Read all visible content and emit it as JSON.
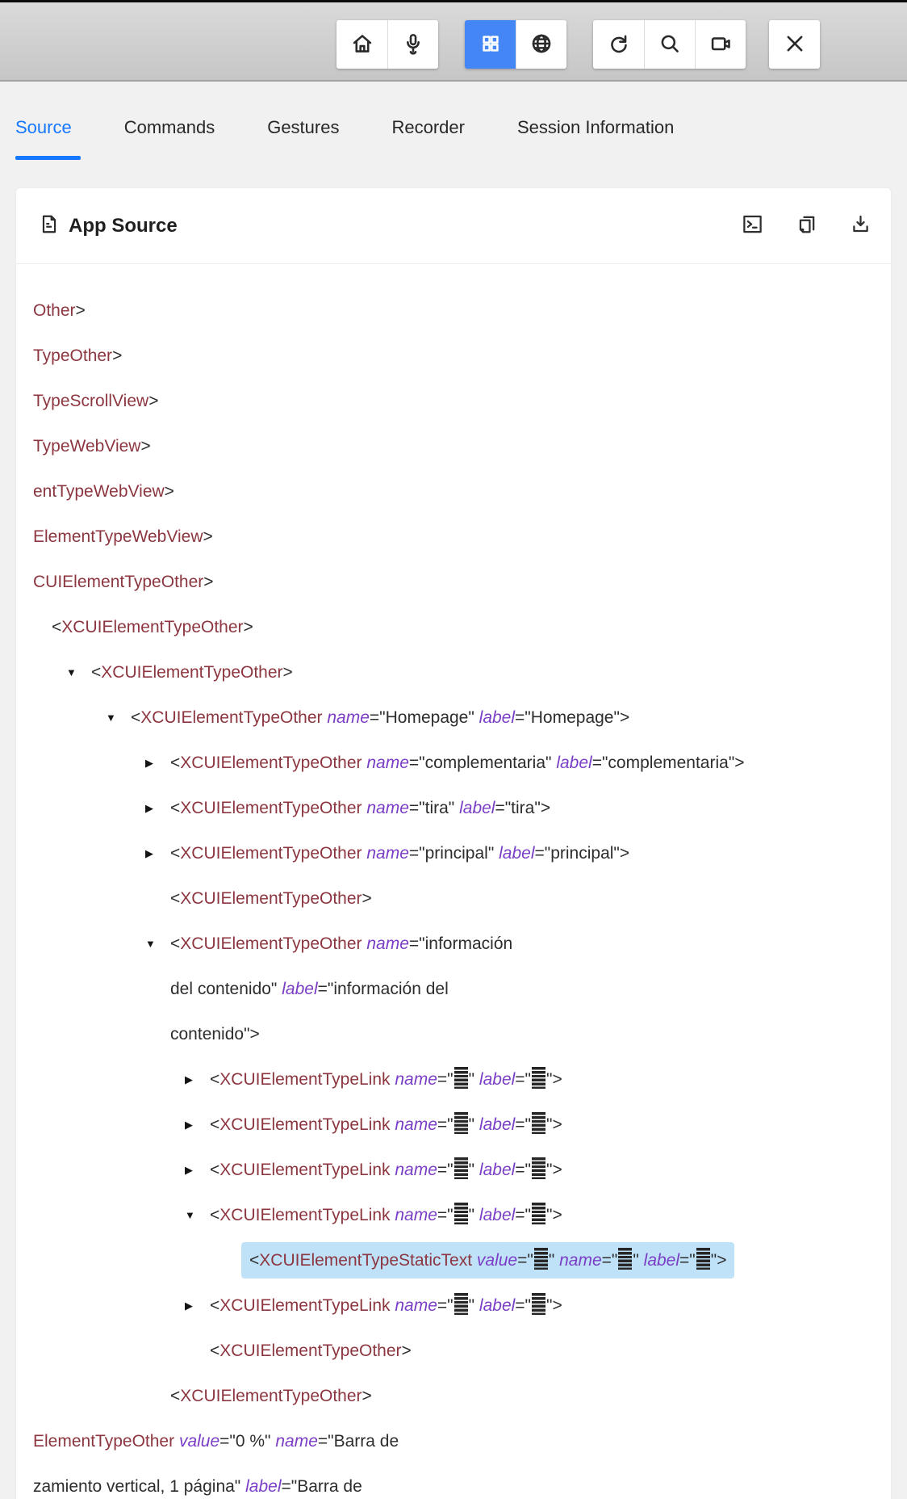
{
  "toolbar": {
    "groups": [
      {
        "buttons": [
          {
            "icon": "home-icon",
            "active": false
          },
          {
            "icon": "microphone-icon",
            "active": false
          }
        ]
      },
      {
        "buttons": [
          {
            "icon": "app-grid-icon",
            "active": true
          },
          {
            "icon": "globe-icon",
            "active": false
          }
        ]
      },
      {
        "buttons": [
          {
            "icon": "refresh-icon",
            "active": false
          },
          {
            "icon": "search-icon",
            "active": false
          },
          {
            "icon": "video-camera-icon",
            "active": false
          }
        ]
      },
      {
        "buttons": [
          {
            "icon": "close-icon",
            "active": false
          }
        ]
      }
    ],
    "active_color": "#4486f5"
  },
  "tabs": {
    "items": [
      "Source",
      "Commands",
      "Gestures",
      "Recorder",
      "Session Information"
    ],
    "active": "Source",
    "active_color": "#1677ff"
  },
  "panel": {
    "title": "App Source",
    "title_icon": "document-icon",
    "actions": [
      "terminal-icon",
      "copy-icon",
      "download-icon"
    ]
  },
  "syntax_colors": {
    "tag": "#8c3640",
    "attribute": "#7a3ec6",
    "text": "#2d2d2d",
    "selected_row_background": "#bfe2f9"
  },
  "tree": {
    "rows": [
      {
        "kind": "clip",
        "arrow": null,
        "depth": 0,
        "seg": [
          {
            "t": "tag",
            "v": "Other"
          },
          {
            "t": "p",
            "v": ">"
          }
        ]
      },
      {
        "kind": "clip",
        "arrow": null,
        "depth": 0,
        "seg": [
          {
            "t": "tag",
            "v": "TypeOther"
          },
          {
            "t": "p",
            "v": ">"
          }
        ]
      },
      {
        "kind": "clip",
        "arrow": null,
        "depth": 0,
        "seg": [
          {
            "t": "tag",
            "v": "TypeScrollView"
          },
          {
            "t": "p",
            "v": ">"
          }
        ]
      },
      {
        "kind": "clip",
        "arrow": null,
        "depth": 0,
        "seg": [
          {
            "t": "tag",
            "v": "TypeWebView"
          },
          {
            "t": "p",
            "v": ">"
          }
        ]
      },
      {
        "kind": "clip",
        "arrow": null,
        "depth": 0,
        "seg": [
          {
            "t": "tag",
            "v": "entTypeWebView"
          },
          {
            "t": "p",
            "v": ">"
          }
        ]
      },
      {
        "kind": "clip",
        "arrow": null,
        "depth": 0,
        "seg": [
          {
            "t": "tag",
            "v": "ElementTypeWebView"
          },
          {
            "t": "p",
            "v": ">"
          }
        ]
      },
      {
        "kind": "clip",
        "arrow": null,
        "depth": 0,
        "seg": [
          {
            "t": "tag",
            "v": "CUIElementTypeOther"
          },
          {
            "t": "p",
            "v": ">"
          }
        ]
      },
      {
        "kind": "node",
        "arrow": null,
        "depth": 0,
        "seg": [
          {
            "t": "p",
            "v": "<"
          },
          {
            "t": "tag",
            "v": "XCUIElementTypeOther"
          },
          {
            "t": "p",
            "v": ">"
          }
        ]
      },
      {
        "kind": "node",
        "arrow": "d",
        "depth": 1,
        "seg": [
          {
            "t": "p",
            "v": "<"
          },
          {
            "t": "tag",
            "v": "XCUIElementTypeOther"
          },
          {
            "t": "p",
            "v": ">"
          }
        ]
      },
      {
        "kind": "node",
        "arrow": "d",
        "depth": 2,
        "seg": [
          {
            "t": "p",
            "v": "<"
          },
          {
            "t": "tag",
            "v": "XCUIElementTypeOther"
          },
          {
            "t": "p",
            "v": " "
          },
          {
            "t": "attr",
            "v": "name"
          },
          {
            "t": "p",
            "v": "=\"Homepage\" "
          },
          {
            "t": "attr",
            "v": "label"
          },
          {
            "t": "p",
            "v": "=\"Homepage\">"
          }
        ]
      },
      {
        "kind": "node",
        "arrow": "r",
        "depth": 3,
        "seg": [
          {
            "t": "p",
            "v": "<"
          },
          {
            "t": "tag",
            "v": "XCUIElementTypeOther"
          },
          {
            "t": "p",
            "v": " "
          },
          {
            "t": "attr",
            "v": "name"
          },
          {
            "t": "p",
            "v": "=\"complementaria\" "
          },
          {
            "t": "attr",
            "v": "label"
          },
          {
            "t": "p",
            "v": "=\"complementaria\">"
          }
        ]
      },
      {
        "kind": "node",
        "arrow": "r",
        "depth": 3,
        "seg": [
          {
            "t": "p",
            "v": "<"
          },
          {
            "t": "tag",
            "v": "XCUIElementTypeOther"
          },
          {
            "t": "p",
            "v": " "
          },
          {
            "t": "attr",
            "v": "name"
          },
          {
            "t": "p",
            "v": "=\"tira\" "
          },
          {
            "t": "attr",
            "v": "label"
          },
          {
            "t": "p",
            "v": "=\"tira\">"
          }
        ]
      },
      {
        "kind": "node",
        "arrow": "r",
        "depth": 3,
        "seg": [
          {
            "t": "p",
            "v": "<"
          },
          {
            "t": "tag",
            "v": "XCUIElementTypeOther"
          },
          {
            "t": "p",
            "v": " "
          },
          {
            "t": "attr",
            "v": "name"
          },
          {
            "t": "p",
            "v": "=\"principal\" "
          },
          {
            "t": "attr",
            "v": "label"
          },
          {
            "t": "p",
            "v": "=\"principal\">"
          }
        ]
      },
      {
        "kind": "node",
        "arrow": null,
        "depth": 3,
        "seg": [
          {
            "t": "p",
            "v": "<"
          },
          {
            "t": "tag",
            "v": "XCUIElementTypeOther"
          },
          {
            "t": "p",
            "v": ">"
          }
        ]
      },
      {
        "kind": "node",
        "arrow": "d",
        "depth": 3,
        "seg": [
          {
            "t": "p",
            "v": "<"
          },
          {
            "t": "tag",
            "v": "XCUIElementTypeOther"
          },
          {
            "t": "p",
            "v": " "
          },
          {
            "t": "attr",
            "v": "name"
          },
          {
            "t": "p",
            "v": "=\"información"
          }
        ]
      },
      {
        "kind": "wrap",
        "arrow": null,
        "depth": 3,
        "seg": [
          {
            "t": "p",
            "v": "del contenido\" "
          },
          {
            "t": "attr",
            "v": "label"
          },
          {
            "t": "p",
            "v": "=\"información del"
          }
        ]
      },
      {
        "kind": "wrap",
        "arrow": null,
        "depth": 3,
        "seg": [
          {
            "t": "p",
            "v": "contenido\">"
          }
        ]
      },
      {
        "kind": "node",
        "arrow": "r",
        "depth": 4,
        "seg": [
          {
            "t": "p",
            "v": "<"
          },
          {
            "t": "tag",
            "v": "XCUIElementTypeLink"
          },
          {
            "t": "p",
            "v": " "
          },
          {
            "t": "attr",
            "v": "name"
          },
          {
            "t": "p",
            "v": "=\""
          },
          {
            "t": "g"
          },
          {
            "t": "p",
            "v": "\" "
          },
          {
            "t": "attr",
            "v": "label"
          },
          {
            "t": "p",
            "v": "=\""
          },
          {
            "t": "g"
          },
          {
            "t": "p",
            "v": "\">"
          }
        ]
      },
      {
        "kind": "node",
        "arrow": "r",
        "depth": 4,
        "seg": [
          {
            "t": "p",
            "v": "<"
          },
          {
            "t": "tag",
            "v": "XCUIElementTypeLink"
          },
          {
            "t": "p",
            "v": " "
          },
          {
            "t": "attr",
            "v": "name"
          },
          {
            "t": "p",
            "v": "=\""
          },
          {
            "t": "g"
          },
          {
            "t": "p",
            "v": "\" "
          },
          {
            "t": "attr",
            "v": "label"
          },
          {
            "t": "p",
            "v": "=\""
          },
          {
            "t": "g"
          },
          {
            "t": "p",
            "v": "\">"
          }
        ]
      },
      {
        "kind": "node",
        "arrow": "r",
        "depth": 4,
        "seg": [
          {
            "t": "p",
            "v": "<"
          },
          {
            "t": "tag",
            "v": "XCUIElementTypeLink"
          },
          {
            "t": "p",
            "v": " "
          },
          {
            "t": "attr",
            "v": "name"
          },
          {
            "t": "p",
            "v": "=\""
          },
          {
            "t": "g"
          },
          {
            "t": "p",
            "v": "\" "
          },
          {
            "t": "attr",
            "v": "label"
          },
          {
            "t": "p",
            "v": "=\""
          },
          {
            "t": "g"
          },
          {
            "t": "p",
            "v": "\">"
          }
        ]
      },
      {
        "kind": "node",
        "arrow": "d",
        "depth": 4,
        "seg": [
          {
            "t": "p",
            "v": "<"
          },
          {
            "t": "tag",
            "v": "XCUIElementTypeLink"
          },
          {
            "t": "p",
            "v": " "
          },
          {
            "t": "attr",
            "v": "name"
          },
          {
            "t": "p",
            "v": "=\""
          },
          {
            "t": "g"
          },
          {
            "t": "p",
            "v": "\" "
          },
          {
            "t": "attr",
            "v": "label"
          },
          {
            "t": "p",
            "v": "=\""
          },
          {
            "t": "g"
          },
          {
            "t": "p",
            "v": "\">"
          }
        ]
      },
      {
        "kind": "node",
        "arrow": null,
        "depth": 5,
        "hl": true,
        "seg": [
          {
            "t": "p",
            "v": "<"
          },
          {
            "t": "tag",
            "v": "XCUIElementTypeStaticText"
          },
          {
            "t": "p",
            "v": " "
          },
          {
            "t": "attr",
            "v": "value"
          },
          {
            "t": "p",
            "v": "=\""
          },
          {
            "t": "g"
          },
          {
            "t": "p",
            "v": "\" "
          },
          {
            "t": "attr",
            "v": "name"
          },
          {
            "t": "p",
            "v": "=\""
          },
          {
            "t": "g"
          },
          {
            "t": "p",
            "v": "\" "
          },
          {
            "t": "attr",
            "v": "label"
          },
          {
            "t": "p",
            "v": "=\""
          },
          {
            "t": "g"
          },
          {
            "t": "p",
            "v": "\">"
          }
        ]
      },
      {
        "kind": "node",
        "arrow": "r",
        "depth": 4,
        "seg": [
          {
            "t": "p",
            "v": "<"
          },
          {
            "t": "tag",
            "v": "XCUIElementTypeLink"
          },
          {
            "t": "p",
            "v": " "
          },
          {
            "t": "attr",
            "v": "name"
          },
          {
            "t": "p",
            "v": "=\""
          },
          {
            "t": "g"
          },
          {
            "t": "p",
            "v": "\" "
          },
          {
            "t": "attr",
            "v": "label"
          },
          {
            "t": "p",
            "v": "=\""
          },
          {
            "t": "g"
          },
          {
            "t": "p",
            "v": "\">"
          }
        ]
      },
      {
        "kind": "node",
        "arrow": null,
        "depth": 4,
        "seg": [
          {
            "t": "p",
            "v": "<"
          },
          {
            "t": "tag",
            "v": "XCUIElementTypeOther"
          },
          {
            "t": "p",
            "v": ">"
          }
        ]
      },
      {
        "kind": "node",
        "arrow": null,
        "depth": 3,
        "seg": [
          {
            "t": "p",
            "v": "<"
          },
          {
            "t": "tag",
            "v": "XCUIElementTypeOther"
          },
          {
            "t": "p",
            "v": ">"
          }
        ]
      },
      {
        "kind": "clip",
        "arrow": null,
        "depth": 0,
        "seg": [
          {
            "t": "tag",
            "v": "ElementTypeOther"
          },
          {
            "t": "p",
            "v": " "
          },
          {
            "t": "attr",
            "v": "value"
          },
          {
            "t": "p",
            "v": "=\"0 %\" "
          },
          {
            "t": "attr",
            "v": "name"
          },
          {
            "t": "p",
            "v": "=\"Barra de"
          }
        ]
      },
      {
        "kind": "clip",
        "arrow": null,
        "depth": 0,
        "seg": [
          {
            "t": "p",
            "v": "zamiento vertical, 1 página\" "
          },
          {
            "t": "attr",
            "v": "label"
          },
          {
            "t": "p",
            "v": "=\"Barra de"
          }
        ]
      }
    ]
  }
}
